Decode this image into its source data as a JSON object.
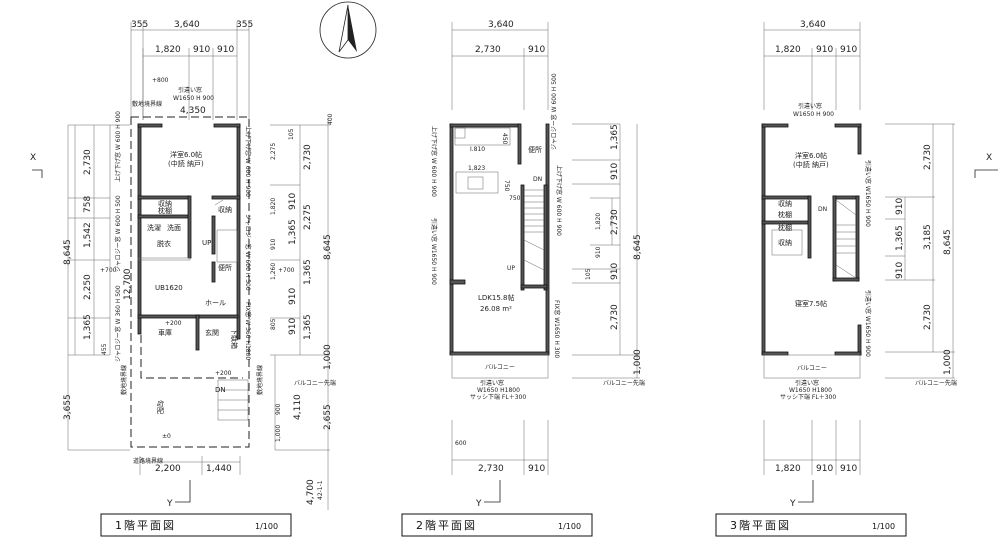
{
  "compass": {
    "label": "north-arrow"
  },
  "markers": {
    "x": "X",
    "y": "Y"
  },
  "plans": [
    {
      "title": "1階平面図",
      "scale": "1/100",
      "top": [
        "355",
        "3,640",
        "355",
        "1,820",
        "910",
        "910"
      ],
      "lot_width": "4,350",
      "left": [
        "2,730",
        "758",
        "1,542",
        "2,250",
        "1,365",
        "455",
        "8,645",
        "12,700",
        "3,655"
      ],
      "right": [
        "105",
        "2,275",
        "2,730",
        "1,820",
        "910",
        "2,275",
        "910",
        "1,365",
        "8,645",
        "1,260",
        "1,365",
        "910",
        "805",
        "910",
        "1,365",
        "1,000",
        "4,110",
        "900",
        "1,000",
        "2,655",
        "4,700",
        "42-1-1",
        "400"
      ],
      "bottom": [
        "2,200",
        "1,440"
      ],
      "rooms": [
        "洋室6.0帖",
        "(中読 納戸)",
        "収納",
        "枕棚",
        "収納",
        "洗濯",
        "洗面",
        "脱衣",
        "UB1620",
        "便所",
        "ホール",
        "車庫",
        "玄関",
        "下駄箱",
        "勾配",
        "UP",
        "DN"
      ],
      "notes": [
        "+800",
        "引違い窓",
        "W1650  H 900",
        "敷地境界線",
        "+700",
        "+700",
        "+200",
        "+200",
        "±0",
        "道路境界線",
        "バルコニー先端",
        "敷地境界線",
        "敷地境界線"
      ],
      "windows": [
        "上げ下げ窓 W 600 H 900",
        "上げ下げ窓 W 600 H 900",
        "ジャロジー窓 W 600 H 500",
        "ジャロジー窓 W 600 H 500",
        "ジャロジー窓 W 360 H 500",
        "FIX窓 W 360 H1800"
      ]
    },
    {
      "title": "2階平面図",
      "scale": "1/100",
      "top": [
        "3,640",
        "2,730",
        "910"
      ],
      "right": [
        "1,365",
        "910",
        "1,820",
        "2,730",
        "910",
        "910",
        "105",
        "2,730",
        "8,645",
        "1,000",
        "バルコニー先端"
      ],
      "bottom": [
        "2,730",
        "910",
        "600"
      ],
      "rooms": [
        "LDK15.8帖",
        "26.08 m²",
        "便所",
        "1,823",
        "750",
        "750",
        "450",
        "DN",
        "UP",
        "バルコニー",
        "I.810"
      ],
      "notes": [
        "引違い窓",
        "W1650  H1800",
        "サッシ下端 FL＋300"
      ],
      "windows": [
        "上げ下げ窓 W 600 H 900",
        "引違い窓 W1650 H 900",
        "ジャロジー窓 W 600 H 500",
        "上げ下げ窓 W 600 H 900",
        "FIX窓 W1650 H 300"
      ]
    },
    {
      "title": "3階平面図",
      "scale": "1/100",
      "top": [
        "3,640",
        "1,820",
        "910",
        "910"
      ],
      "right": [
        "2,730",
        "910",
        "1,365",
        "910",
        "3,185",
        "2,730",
        "8,645",
        "1,000",
        "バルコニー先端"
      ],
      "bottom": [
        "1,820",
        "910",
        "910"
      ],
      "rooms": [
        "洋室6.0帖",
        "(中読 納戸)",
        "収納",
        "枕棚",
        "枕棚",
        "収納",
        "寝室7.5帖",
        "DN",
        "バルコニー"
      ],
      "notes": [
        "引違い窓",
        "W1650  H 900",
        "引違い窓",
        "W1650  H1800",
        "サッシ下端 FL＋300"
      ],
      "windows": [
        "引違い窓 W1650 H 900",
        "引違い窓 W1650 H 900"
      ]
    }
  ]
}
